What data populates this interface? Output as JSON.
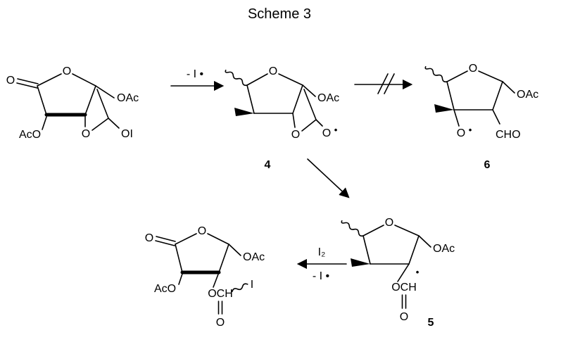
{
  "title": "Scheme 3",
  "colors": {
    "ink": "#000000",
    "background": "#ffffff"
  },
  "arrows": {
    "start_to_4_label": "- I •",
    "i2_label": "I₂",
    "five_to_product_label": "- I •"
  },
  "compounds": {
    "start": {
      "ring_o": "O",
      "carbonyl_o": "O",
      "oac": "OAc",
      "aco": "AcO",
      "lower_o": "O",
      "hypoiodite": "OI"
    },
    "c4": {
      "number": "4",
      "ring_o": "O",
      "oac": "OAc",
      "lower_o": "O",
      "radical_o": "O",
      "radical_dot": "•"
    },
    "c6": {
      "number": "6",
      "ring_o": "O",
      "oac": "OAc",
      "radical_o": "O",
      "radical_dot": "•",
      "aldehyde": "CHO"
    },
    "c5": {
      "number": "5",
      "ring_o": "O",
      "oac": "OAc",
      "radical_dot": "•",
      "formate_och": "OCH",
      "formate_o": "O"
    },
    "product": {
      "ring_o": "O",
      "carbonyl_o": "O",
      "oac": "OAc",
      "aco": "AcO",
      "formate_och": "OCH",
      "iodine": "I",
      "formate_o": "O"
    }
  }
}
